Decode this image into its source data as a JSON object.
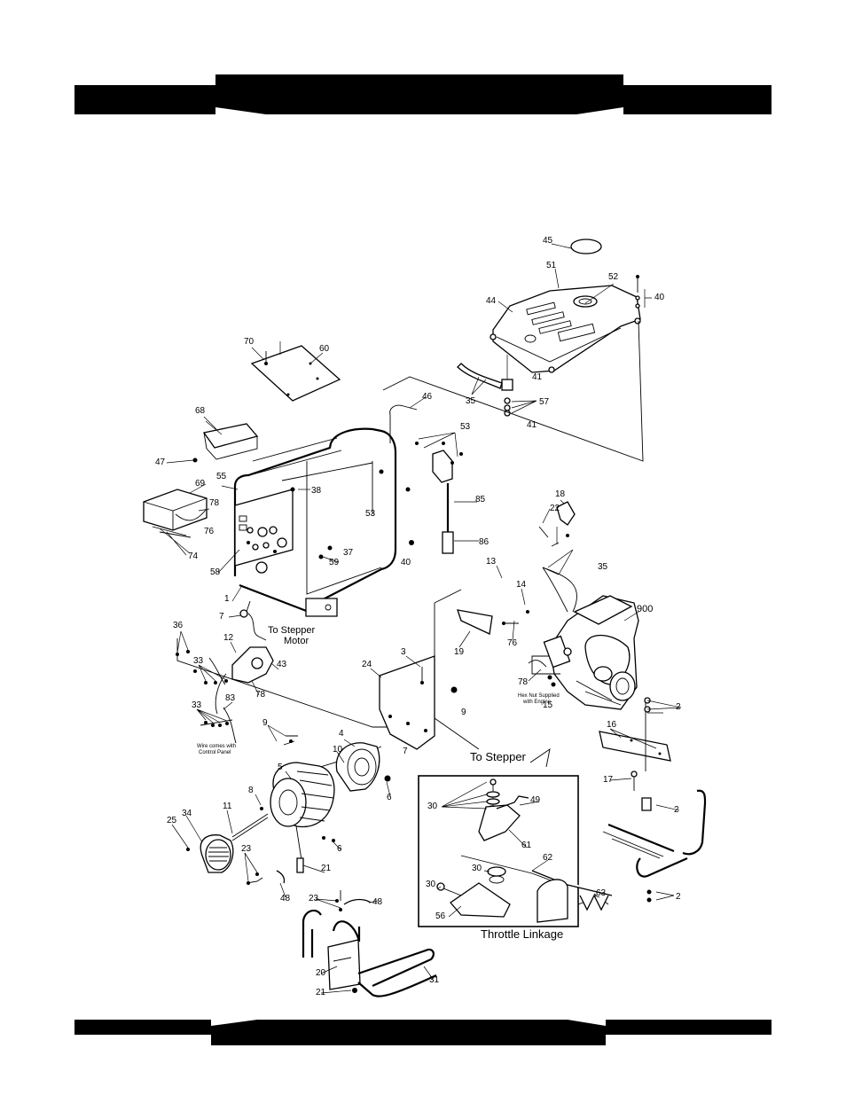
{
  "diagram": {
    "part_numbers": [
      "45",
      "51",
      "52",
      "44",
      "40",
      "41",
      "35",
      "57",
      "41",
      "46",
      "53",
      "60",
      "70",
      "68",
      "47",
      "55",
      "38",
      "69",
      "78",
      "76",
      "74",
      "58",
      "59",
      "37",
      "1",
      "7",
      "53",
      "40",
      "85",
      "86",
      "18",
      "22",
      "13",
      "14",
      "35",
      "900",
      "19",
      "76",
      "78",
      "15",
      "3",
      "24",
      "9",
      "36",
      "12",
      "33",
      "43",
      "78",
      "83",
      "33",
      "9",
      "10",
      "4",
      "5",
      "8",
      "6",
      "6",
      "7",
      "34",
      "11",
      "25",
      "23",
      "21",
      "48",
      "23",
      "48",
      "20",
      "21",
      "31",
      "2",
      "16",
      "17",
      "2",
      "2",
      "30",
      "49",
      "61",
      "62",
      "30",
      "30",
      "56",
      "63"
    ],
    "notes": {
      "to_stepper_motor": "To Stepper\nMotor",
      "to_stepper_motor_l1": "To Stepper",
      "to_stepper_motor_l2": "Motor",
      "hex_nut_l1": "Hex Nut Supplied",
      "hex_nut_l2": "with Engine",
      "wire_l1": "Wire comes with",
      "wire_l2": "Control Panel",
      "to_stepper": "To Stepper",
      "throttle_linkage": "Throttle Linkage"
    }
  }
}
